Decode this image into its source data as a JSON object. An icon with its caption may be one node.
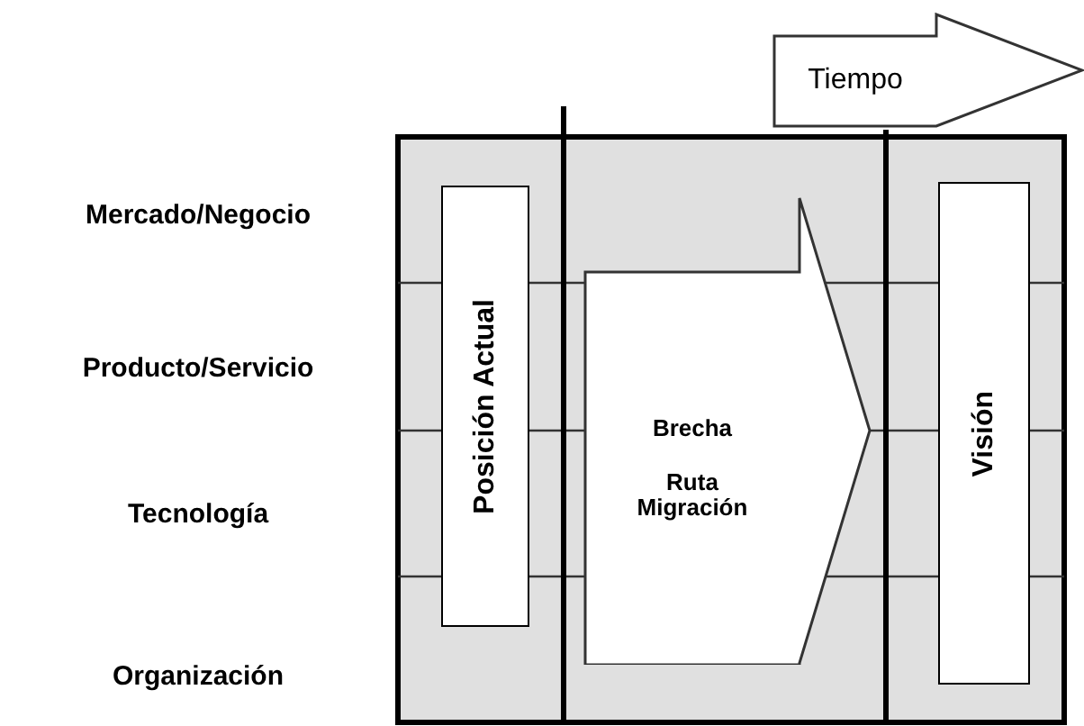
{
  "diagram": {
    "nodes": [
      {
        "text": [
          "Tiempo"
        ]
      },
      {
        "text": [
          "Posición Actual"
        ]
      },
      {
        "text": [
          "Brecha",
          "Ruta Migración"
        ]
      },
      {
        "text": [
          "Visión"
        ]
      }
    ],
    "edges": [
      {
        "from": 1,
        "to": 3,
        "arrow": "to"
      }
    ],
    "labels": [
      "Mercado/Negocio",
      "Producto/Servicio",
      "Tecnología",
      "Organización"
    ]
  }
}
